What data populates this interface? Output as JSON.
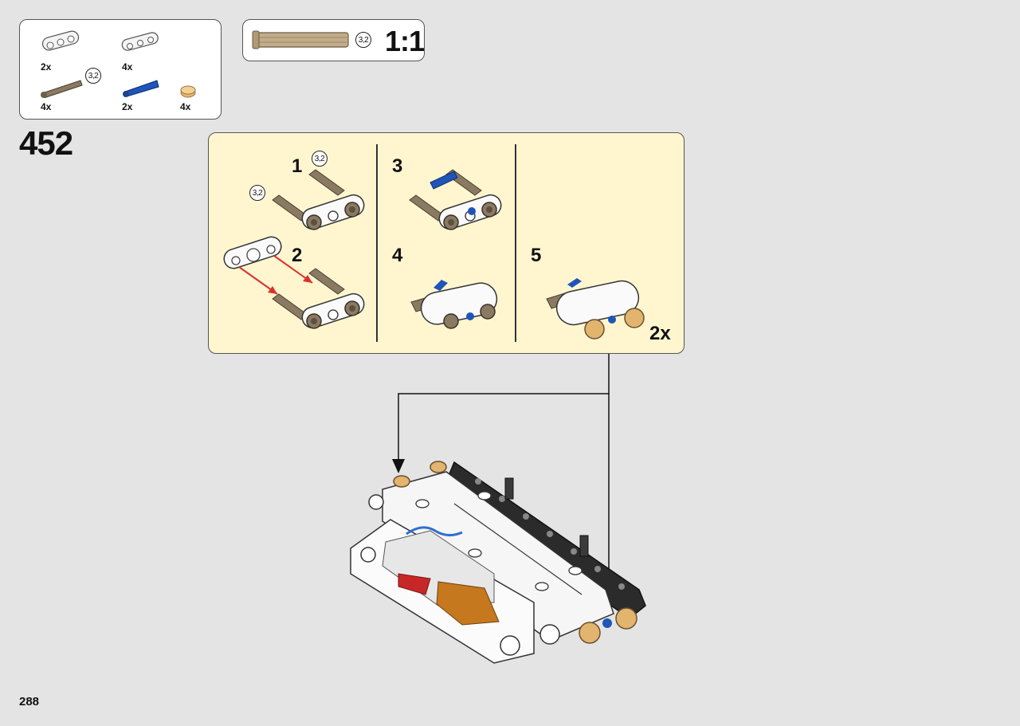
{
  "parts_list": {
    "items": [
      {
        "icon": "white-beam-3-icon",
        "qty": "2x"
      },
      {
        "icon": "white-beam-frame-icon",
        "qty": "4x"
      },
      {
        "icon": "tan-axle-pin-icon",
        "qty": "4x",
        "length": "3,2"
      },
      {
        "icon": "blue-pin-icon",
        "qty": "2x"
      },
      {
        "icon": "tan-bush-icon",
        "qty": "4x"
      }
    ]
  },
  "scale_box": {
    "length": "3,2",
    "scale": "1:1"
  },
  "step": {
    "number": "452"
  },
  "callout": {
    "substeps": [
      {
        "number": "1",
        "length_a": "3,2",
        "length_b": "3,2"
      },
      {
        "number": "2"
      },
      {
        "number": "3"
      },
      {
        "number": "4"
      },
      {
        "number": "5"
      }
    ],
    "multiplier": "2x"
  },
  "page": {
    "number": "288"
  },
  "colors": {
    "callout_bg": "#fff6d0",
    "page_bg": "#e4e4e4",
    "tan": "#8a7a62",
    "blue": "#1f55b8",
    "red_arrow": "#d9322b"
  }
}
